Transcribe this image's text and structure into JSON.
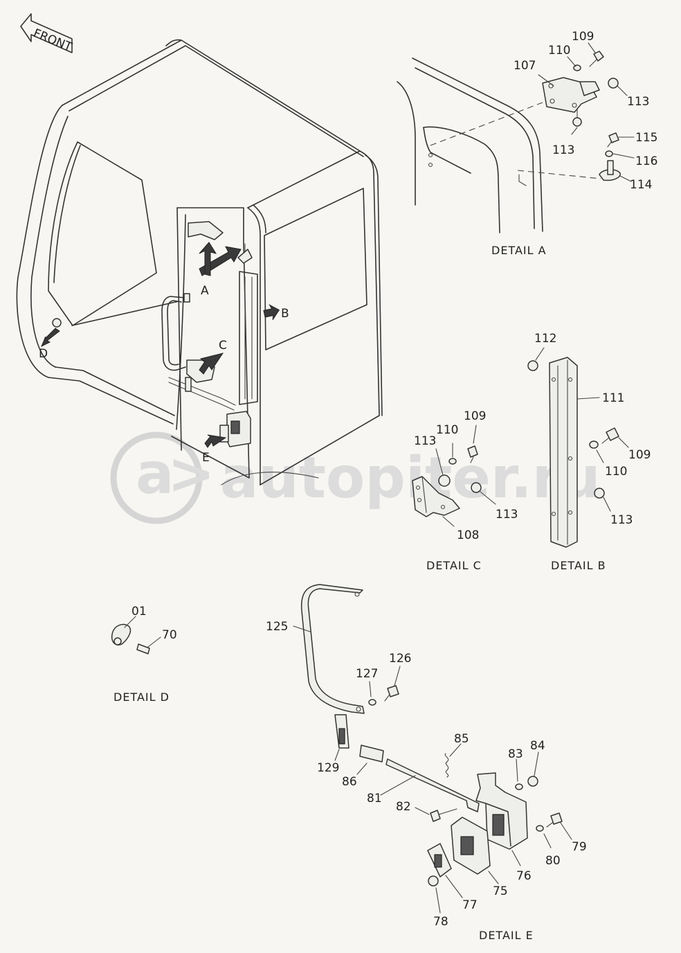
{
  "front_label": "FRONT",
  "watermark": "autopiter.ru",
  "views": {
    "A": "A",
    "B": "B",
    "C": "C",
    "D": "D",
    "E": "E"
  },
  "details": {
    "a": "DETAIL A",
    "b": "DETAIL B",
    "c": "DETAIL C",
    "d": "DETAIL D",
    "e": "DETAIL E"
  },
  "parts": {
    "p01": "01",
    "p70": "70",
    "p75": "75",
    "p76": "76",
    "p77": "77",
    "p78": "78",
    "p79": "79",
    "p80": "80",
    "p81": "81",
    "p82": "82",
    "p83": "83",
    "p84": "84",
    "p85": "85",
    "p86": "86",
    "p107": "107",
    "p108": "108",
    "p109": "109",
    "p110": "110",
    "p111": "111",
    "p112": "112",
    "p113": "113",
    "p114": "114",
    "p115": "115",
    "p116": "116",
    "p125": "125",
    "p126": "126",
    "p127": "127",
    "p129": "129"
  }
}
